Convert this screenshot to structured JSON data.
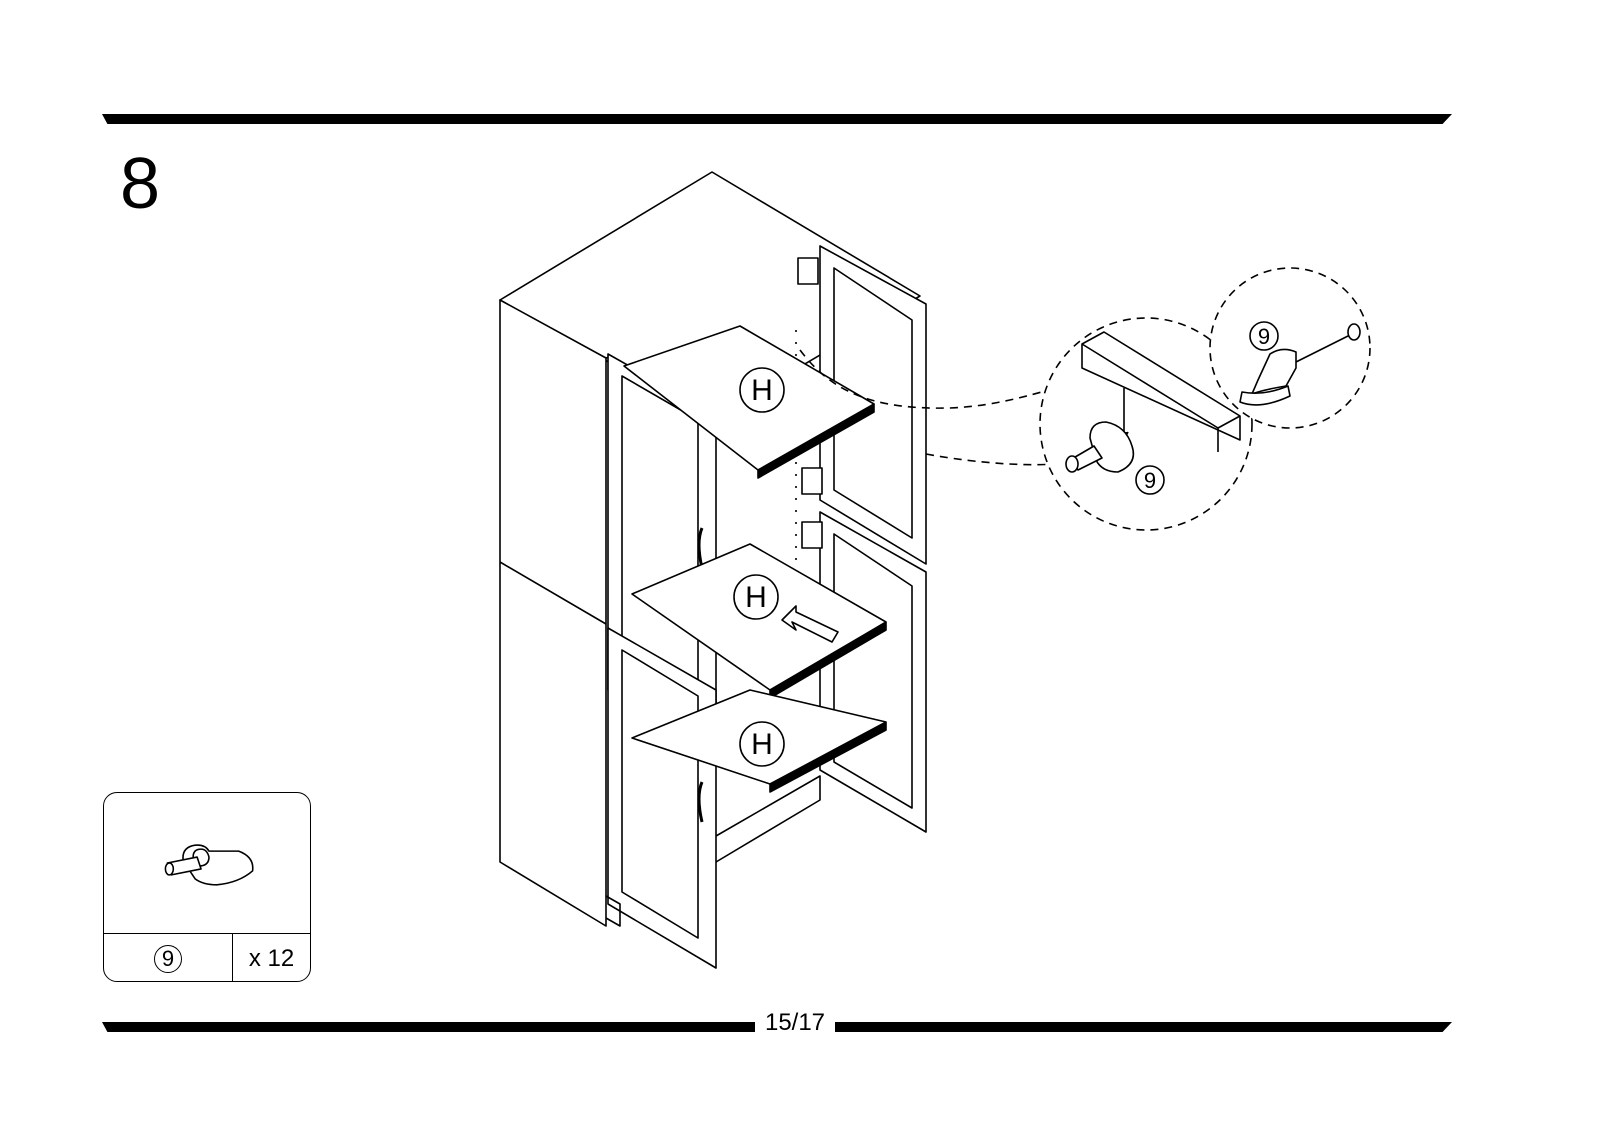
{
  "step": {
    "number": "8"
  },
  "parts": {
    "id": "9",
    "quantity": "x 12"
  },
  "labels": {
    "shelf_top": "H",
    "shelf_middle": "H",
    "shelf_bottom": "H",
    "detail_peg_a": "9",
    "detail_peg_b": "9"
  },
  "footer": {
    "page": "15/17"
  }
}
